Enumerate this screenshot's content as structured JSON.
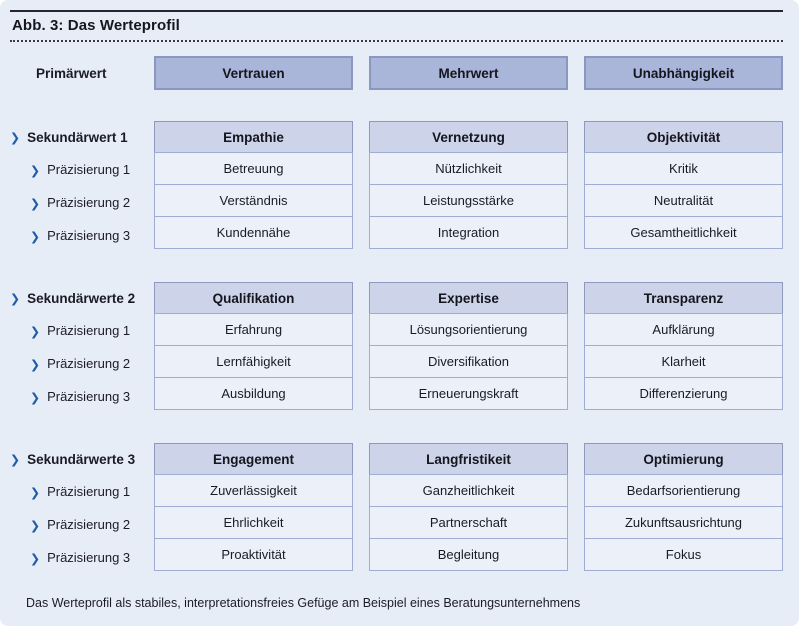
{
  "figure": {
    "title": "Abb. 3: Das Werteprofil",
    "caption": "Das Werteprofil als stabiles, interpretationsfreies Gefüge am Beispiel eines Beratungsunternehmens"
  },
  "icons": {
    "chevron_right": "❯"
  },
  "colors": {
    "page_bg": "#e7edf6",
    "primary_box_fill": "#a9b5d9",
    "primary_box_border": "#8a97c2",
    "header_cell_fill": "#cdd3e9",
    "row_cell_fill": "#ebf0f9",
    "cell_border": "#9fadd3",
    "chevron_blue": "#1f5ca9",
    "text": "#1b1b26"
  },
  "primary": {
    "label": "Primärwert",
    "values": [
      "Vertrauen",
      "Mehrwert",
      "Unabhängigkeit"
    ]
  },
  "sections": [
    {
      "label": "Sekundärwert 1",
      "row_labels": [
        "Präzisierung 1",
        "Präzisierung 2",
        "Präzisierung 3"
      ],
      "columns": [
        {
          "header": "Empathie",
          "items": [
            "Betreuung",
            "Verständnis",
            "Kundennähe"
          ]
        },
        {
          "header": "Vernetzung",
          "items": [
            "Nützlichkeit",
            "Leistungsstärke",
            "Integration"
          ]
        },
        {
          "header": "Objektivität",
          "items": [
            "Kritik",
            "Neutralität",
            "Gesamtheitlichkeit"
          ]
        }
      ]
    },
    {
      "label": "Sekundärwerte 2",
      "row_labels": [
        "Präzisierung 1",
        "Präzisierung 2",
        "Präzisierung 3"
      ],
      "columns": [
        {
          "header": "Qualifikation",
          "items": [
            "Erfahrung",
            "Lernfähigkeit",
            "Ausbildung"
          ]
        },
        {
          "header": "Expertise",
          "items": [
            "Lösungsorientierung",
            "Diversifikation",
            "Erneuerungskraft"
          ]
        },
        {
          "header": "Transparenz",
          "items": [
            "Aufklärung",
            "Klarheit",
            "Differenzierung"
          ]
        }
      ]
    },
    {
      "label": "Sekundärwerte 3",
      "row_labels": [
        "Präzisierung 1",
        "Präzisierung 2",
        "Präzisierung 3"
      ],
      "columns": [
        {
          "header": "Engagement",
          "items": [
            "Zuverlässigkeit",
            "Ehrlichkeit",
            "Proaktivität"
          ]
        },
        {
          "header": "Langfristikeit",
          "items": [
            "Ganzheitlichkeit",
            "Partnerschaft",
            "Begleitung"
          ]
        },
        {
          "header": "Optimierung",
          "items": [
            "Bedarfsorientierung",
            "Zukunftsausrichtung",
            "Fokus"
          ]
        }
      ]
    }
  ]
}
